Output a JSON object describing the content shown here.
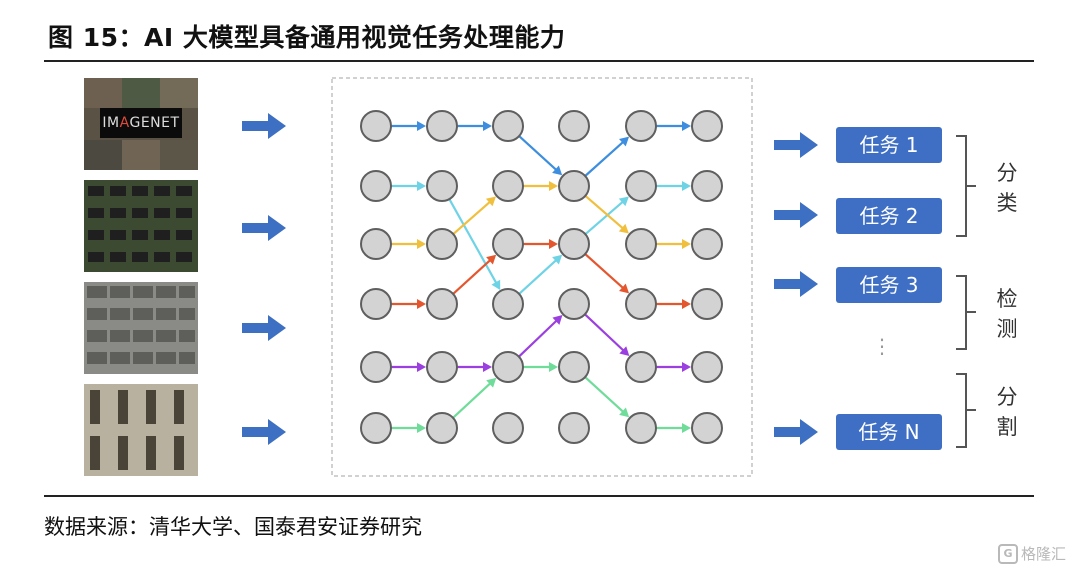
{
  "title": "图 15：AI 大模型具备通用视觉任务处理能力",
  "source": "数据来源：清华大学、国泰君安证券研究",
  "watermark": "格隆汇",
  "imagenet_logo": {
    "pre": "IM",
    "hl": "A",
    "post": "GENET"
  },
  "tasks": [
    "任务 1",
    "任务 2",
    "任务 3",
    "任务 N"
  ],
  "ellipsis": "⋮",
  "groups": {
    "classification": [
      "分",
      "类"
    ],
    "detection": [
      "检",
      "测"
    ],
    "segmentation": [
      "分",
      "割"
    ]
  },
  "colors": {
    "arrow": "#3d6fc3",
    "node_fill": "#d3d3d3",
    "node_stroke": "#5f5f5f",
    "edge_blue": "#3d8ede",
    "edge_cyan": "#6fd3e6",
    "edge_yellow": "#f1bf3e",
    "edge_red": "#e4572e",
    "edge_purple": "#9b3fe0",
    "edge_green": "#6fdc9a"
  }
}
